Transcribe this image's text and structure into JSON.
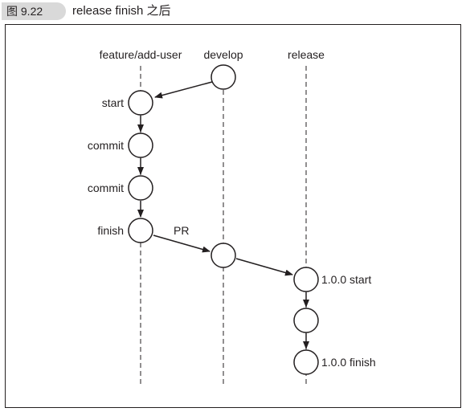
{
  "figure": {
    "number": "图 9.22",
    "title": "release finish 之后"
  },
  "lanes": {
    "feature": "feature/add-user",
    "develop": "develop",
    "release": "release"
  },
  "nodes": [
    {
      "id": "dev1",
      "lane": "develop",
      "label": ""
    },
    {
      "id": "f1",
      "lane": "feature",
      "label": "start"
    },
    {
      "id": "f2",
      "lane": "feature",
      "label": "commit"
    },
    {
      "id": "f3",
      "lane": "feature",
      "label": "commit"
    },
    {
      "id": "f4",
      "lane": "feature",
      "label": "finish"
    },
    {
      "id": "dev2",
      "lane": "develop",
      "label": ""
    },
    {
      "id": "r1",
      "lane": "release",
      "label": "1.0.0 start"
    },
    {
      "id": "r2",
      "lane": "release",
      "label": ""
    },
    {
      "id": "r3",
      "lane": "release",
      "label": "1.0.0 finish"
    }
  ],
  "edges": [
    {
      "from": "dev1",
      "to": "f1",
      "label": ""
    },
    {
      "from": "f1",
      "to": "f2",
      "label": ""
    },
    {
      "from": "f2",
      "to": "f3",
      "label": ""
    },
    {
      "from": "f3",
      "to": "f4",
      "label": ""
    },
    {
      "from": "f4",
      "to": "dev2",
      "label": "PR"
    },
    {
      "from": "dev2",
      "to": "r1",
      "label": ""
    },
    {
      "from": "r1",
      "to": "r2",
      "label": ""
    },
    {
      "from": "r2",
      "to": "r3",
      "label": ""
    }
  ]
}
